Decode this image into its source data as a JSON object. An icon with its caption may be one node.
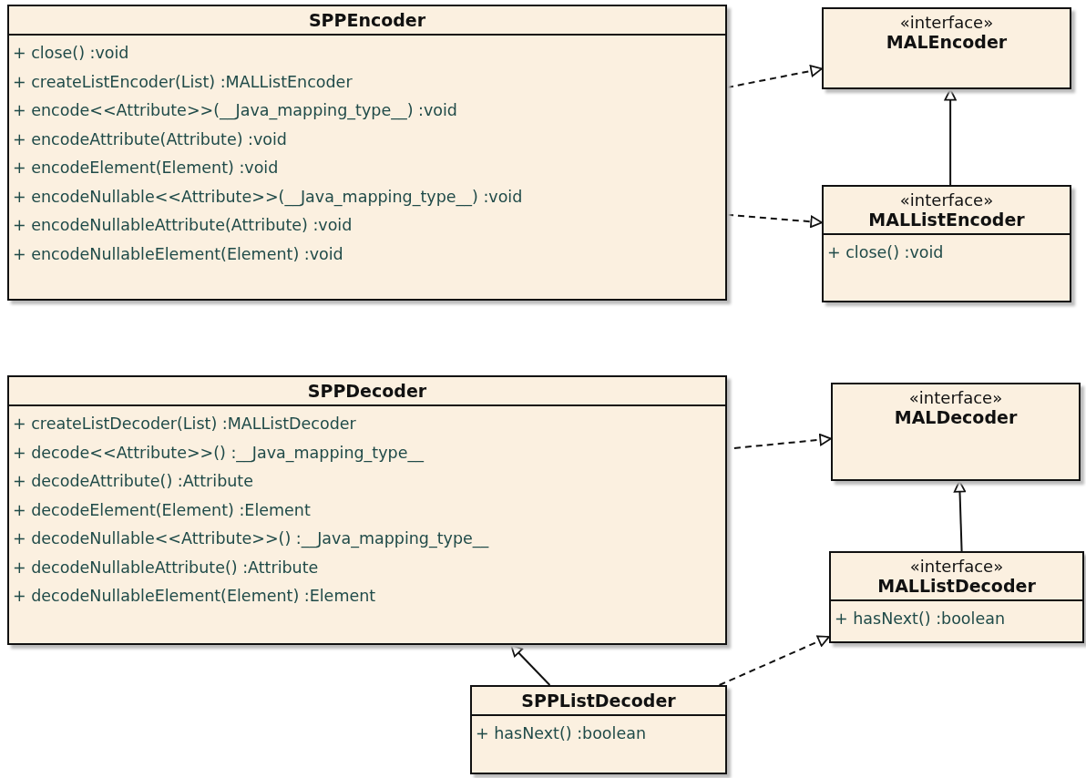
{
  "diagram": {
    "nodes": [
      {
        "text": [
          "SPPEncoder",
          "+ close() :void",
          "+ createListEncoder(List) :MALListEncoder",
          "+ encode<<Attribute>>(__Java_mapping_type__) :void",
          "+ encodeAttribute(Attribute) :void",
          "+ encodeElement(Element) :void",
          "+ encodeNullable<<Attribute>>(__Java_mapping_type__) :void",
          "+ encodeNullableAttribute(Attribute) :void",
          "+ encodeNullableElement(Element) :void"
        ]
      },
      {
        "text": [
          "«interface»",
          "MALEncoder"
        ]
      },
      {
        "text": [
          "«interface»",
          "MALListEncoder",
          "+ close() :void"
        ]
      },
      {
        "text": [
          "SPPDecoder",
          "+ createListDecoder(List) :MALListDecoder",
          "+ decode<<Attribute>>() :__Java_mapping_type__",
          "+ decodeAttribute() :Attribute",
          "+ decodeElement(Element) :Element",
          "+ decodeNullable<<Attribute>>() :__Java_mapping_type__",
          "+ decodeNullableAttribute() :Attribute",
          "+ decodeNullableElement(Element) :Element"
        ]
      },
      {
        "text": [
          "«interface»",
          "MALDecoder"
        ]
      },
      {
        "text": [
          "«interface»",
          "MALListDecoder",
          "+ hasNext() :boolean"
        ]
      },
      {
        "text": [
          "SPPListDecoder",
          "+ hasNext() :boolean"
        ]
      }
    ],
    "edges": [
      {
        "from": 0,
        "to": 1,
        "arrow": "to",
        "style": "dashed"
      },
      {
        "from": 0,
        "to": 2,
        "arrow": "to",
        "style": "dashed"
      },
      {
        "from": 2,
        "to": 1,
        "arrow": "to"
      },
      {
        "from": 3,
        "to": 4,
        "arrow": "to",
        "style": "dashed"
      },
      {
        "from": 5,
        "to": 4,
        "arrow": "to"
      },
      {
        "from": 6,
        "to": 3,
        "arrow": "to"
      },
      {
        "from": 6,
        "to": 5,
        "arrow": "to",
        "style": "dashed"
      }
    ]
  }
}
